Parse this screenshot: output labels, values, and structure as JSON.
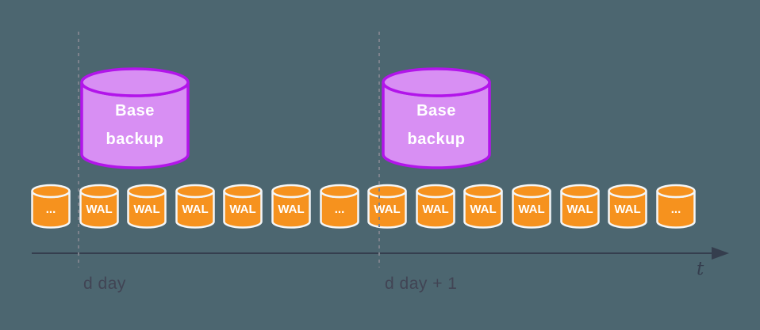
{
  "colors": {
    "background": "#4c6670",
    "wal_fill": "#f6921e",
    "wal_stroke": "#f4f6f7",
    "wal_text": "#ffffff",
    "backup_fill": "#d88ff3",
    "backup_stroke": "#b215ea",
    "backup_text": "#ffffff",
    "axis": "#353e4e",
    "marker_line": "#7d828c",
    "marker_text": "#414454"
  },
  "base_backups": [
    {
      "line1": "Base",
      "line2": "backup"
    },
    {
      "line1": "Base",
      "line2": "backup"
    }
  ],
  "wal_row": {
    "items": [
      "...",
      "WAL",
      "WAL",
      "WAL",
      "WAL",
      "WAL",
      "...",
      "WAL",
      "WAL",
      "WAL",
      "WAL",
      "WAL",
      "WAL",
      "..."
    ]
  },
  "timeline": {
    "axis_label": "t",
    "markers": [
      {
        "label": "d day"
      },
      {
        "label": "d day + 1"
      }
    ]
  }
}
